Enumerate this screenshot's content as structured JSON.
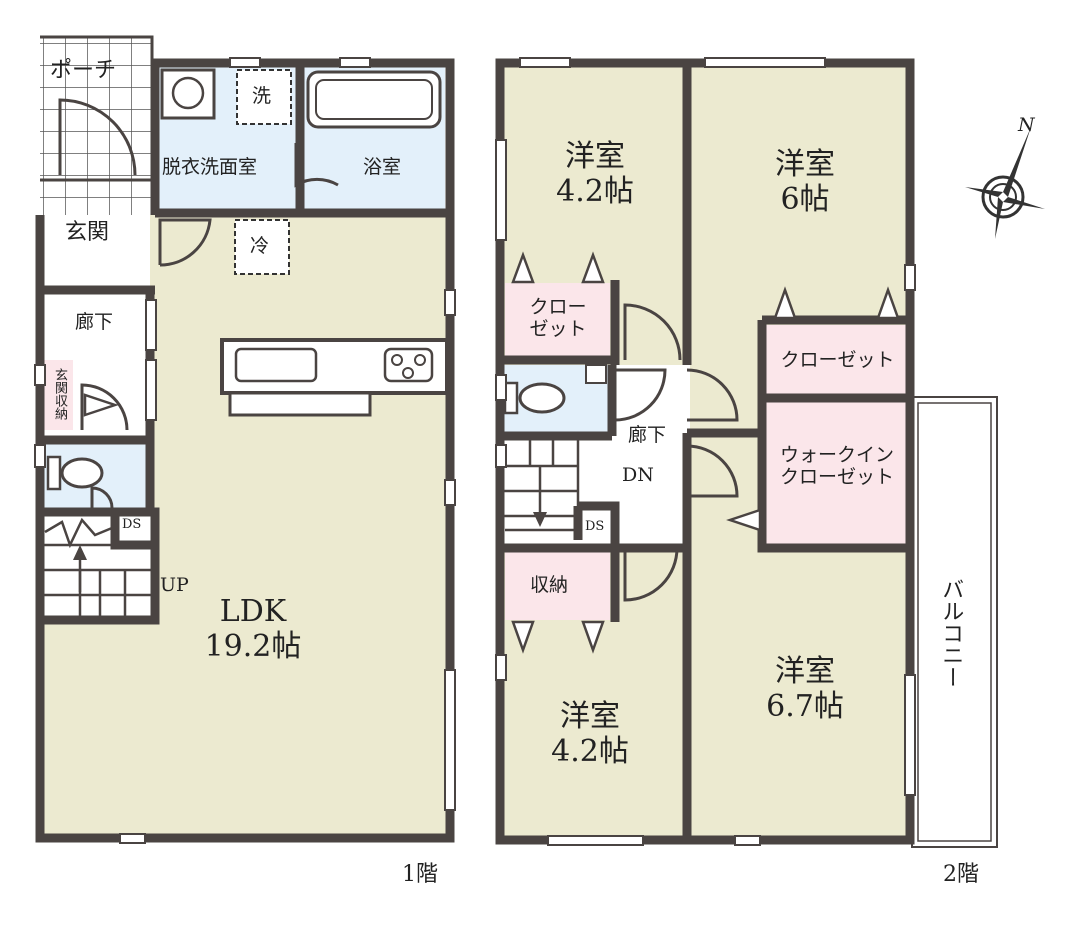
{
  "floor1": {
    "floor_label": "1階",
    "rooms": {
      "porch": "ポーチ",
      "entrance": "玄関",
      "hallway": "廊下",
      "shoe_storage": "玄関収納",
      "washroom": "脱衣洗面室",
      "bathroom": "浴室",
      "washer_mark": "洗",
      "fridge_mark": "冷",
      "ds": "DS",
      "stairs_up": "UP",
      "ldk_name": "LDK",
      "ldk_size": "19.2帖"
    }
  },
  "floor2": {
    "floor_label": "2階",
    "rooms": {
      "room_nw_name": "洋室",
      "room_nw_size": "4.2帖",
      "room_ne_name": "洋室",
      "room_ne_size": "6帖",
      "room_sw_name": "洋室",
      "room_sw_size": "4.2帖",
      "room_se_name": "洋室",
      "room_se_size": "6.7帖",
      "closet_small_line1": "クロー",
      "closet_small_line2": "ゼット",
      "closet_right": "クローゼット",
      "walkin_line1": "ウォークイン",
      "walkin_line2": "クローゼット",
      "storage": "収納",
      "hallway": "廊下",
      "stairs_down": "DN",
      "ds": "DS",
      "balcony": "バルコニー"
    }
  },
  "compass": {
    "north_label": "N"
  },
  "colors": {
    "wall": "#4a4442",
    "floor_beige": "#ecead0",
    "wet_blue": "#e3f0fa",
    "closet_pink": "#fbe6ea",
    "tile_grid": "#555555",
    "white": "#ffffff"
  }
}
